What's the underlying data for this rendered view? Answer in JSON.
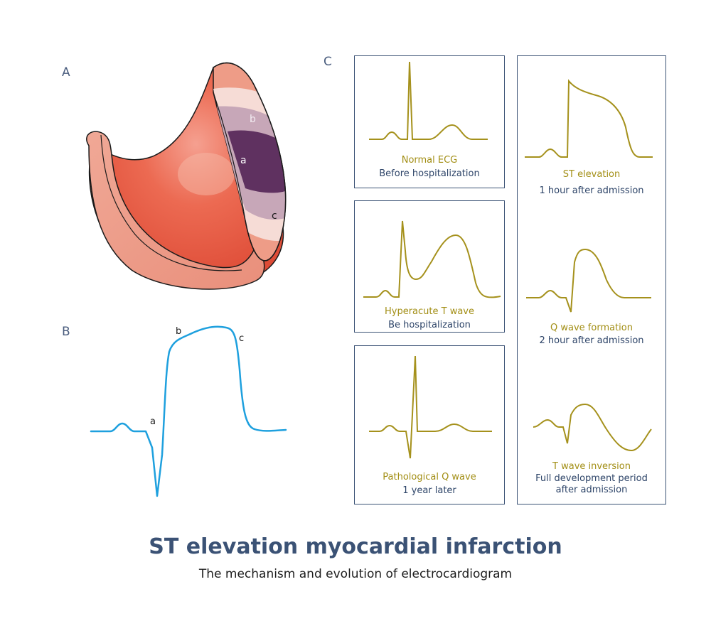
{
  "panels": {
    "a": "A",
    "b": "B",
    "c": "C"
  },
  "heart": {
    "zone_a": "a",
    "zone_b": "b",
    "zone_c": "c"
  },
  "st_wave": {
    "label_a": "a",
    "label_b": "b",
    "label_c": "c",
    "stroke_color": "#1ea0de"
  },
  "ecg_boxes": [
    {
      "stage": "Normal ECG",
      "time": "Before hospitalization"
    },
    {
      "stage": "Hyperacute T wave",
      "time": "Be hospitalization"
    },
    {
      "stage": "Pathological Q wave",
      "time": "1 year later"
    },
    {
      "stage": "ST elevation",
      "time": "1 hour after admission"
    },
    {
      "stage": "Q wave formation",
      "time": "2 hour after admission"
    },
    {
      "stage": "T wave inversion",
      "time_line1": "Full development period",
      "time_line2": "after admission"
    }
  ],
  "colors": {
    "ecg_trace": "#a5911c",
    "frame": "#3b5275",
    "heart_red": "#e8523e",
    "infarct_core": "#5f3160"
  },
  "title": "ST elevation myocardial infarction",
  "subtitle": "The mechanism and evolution of electrocardiogram"
}
